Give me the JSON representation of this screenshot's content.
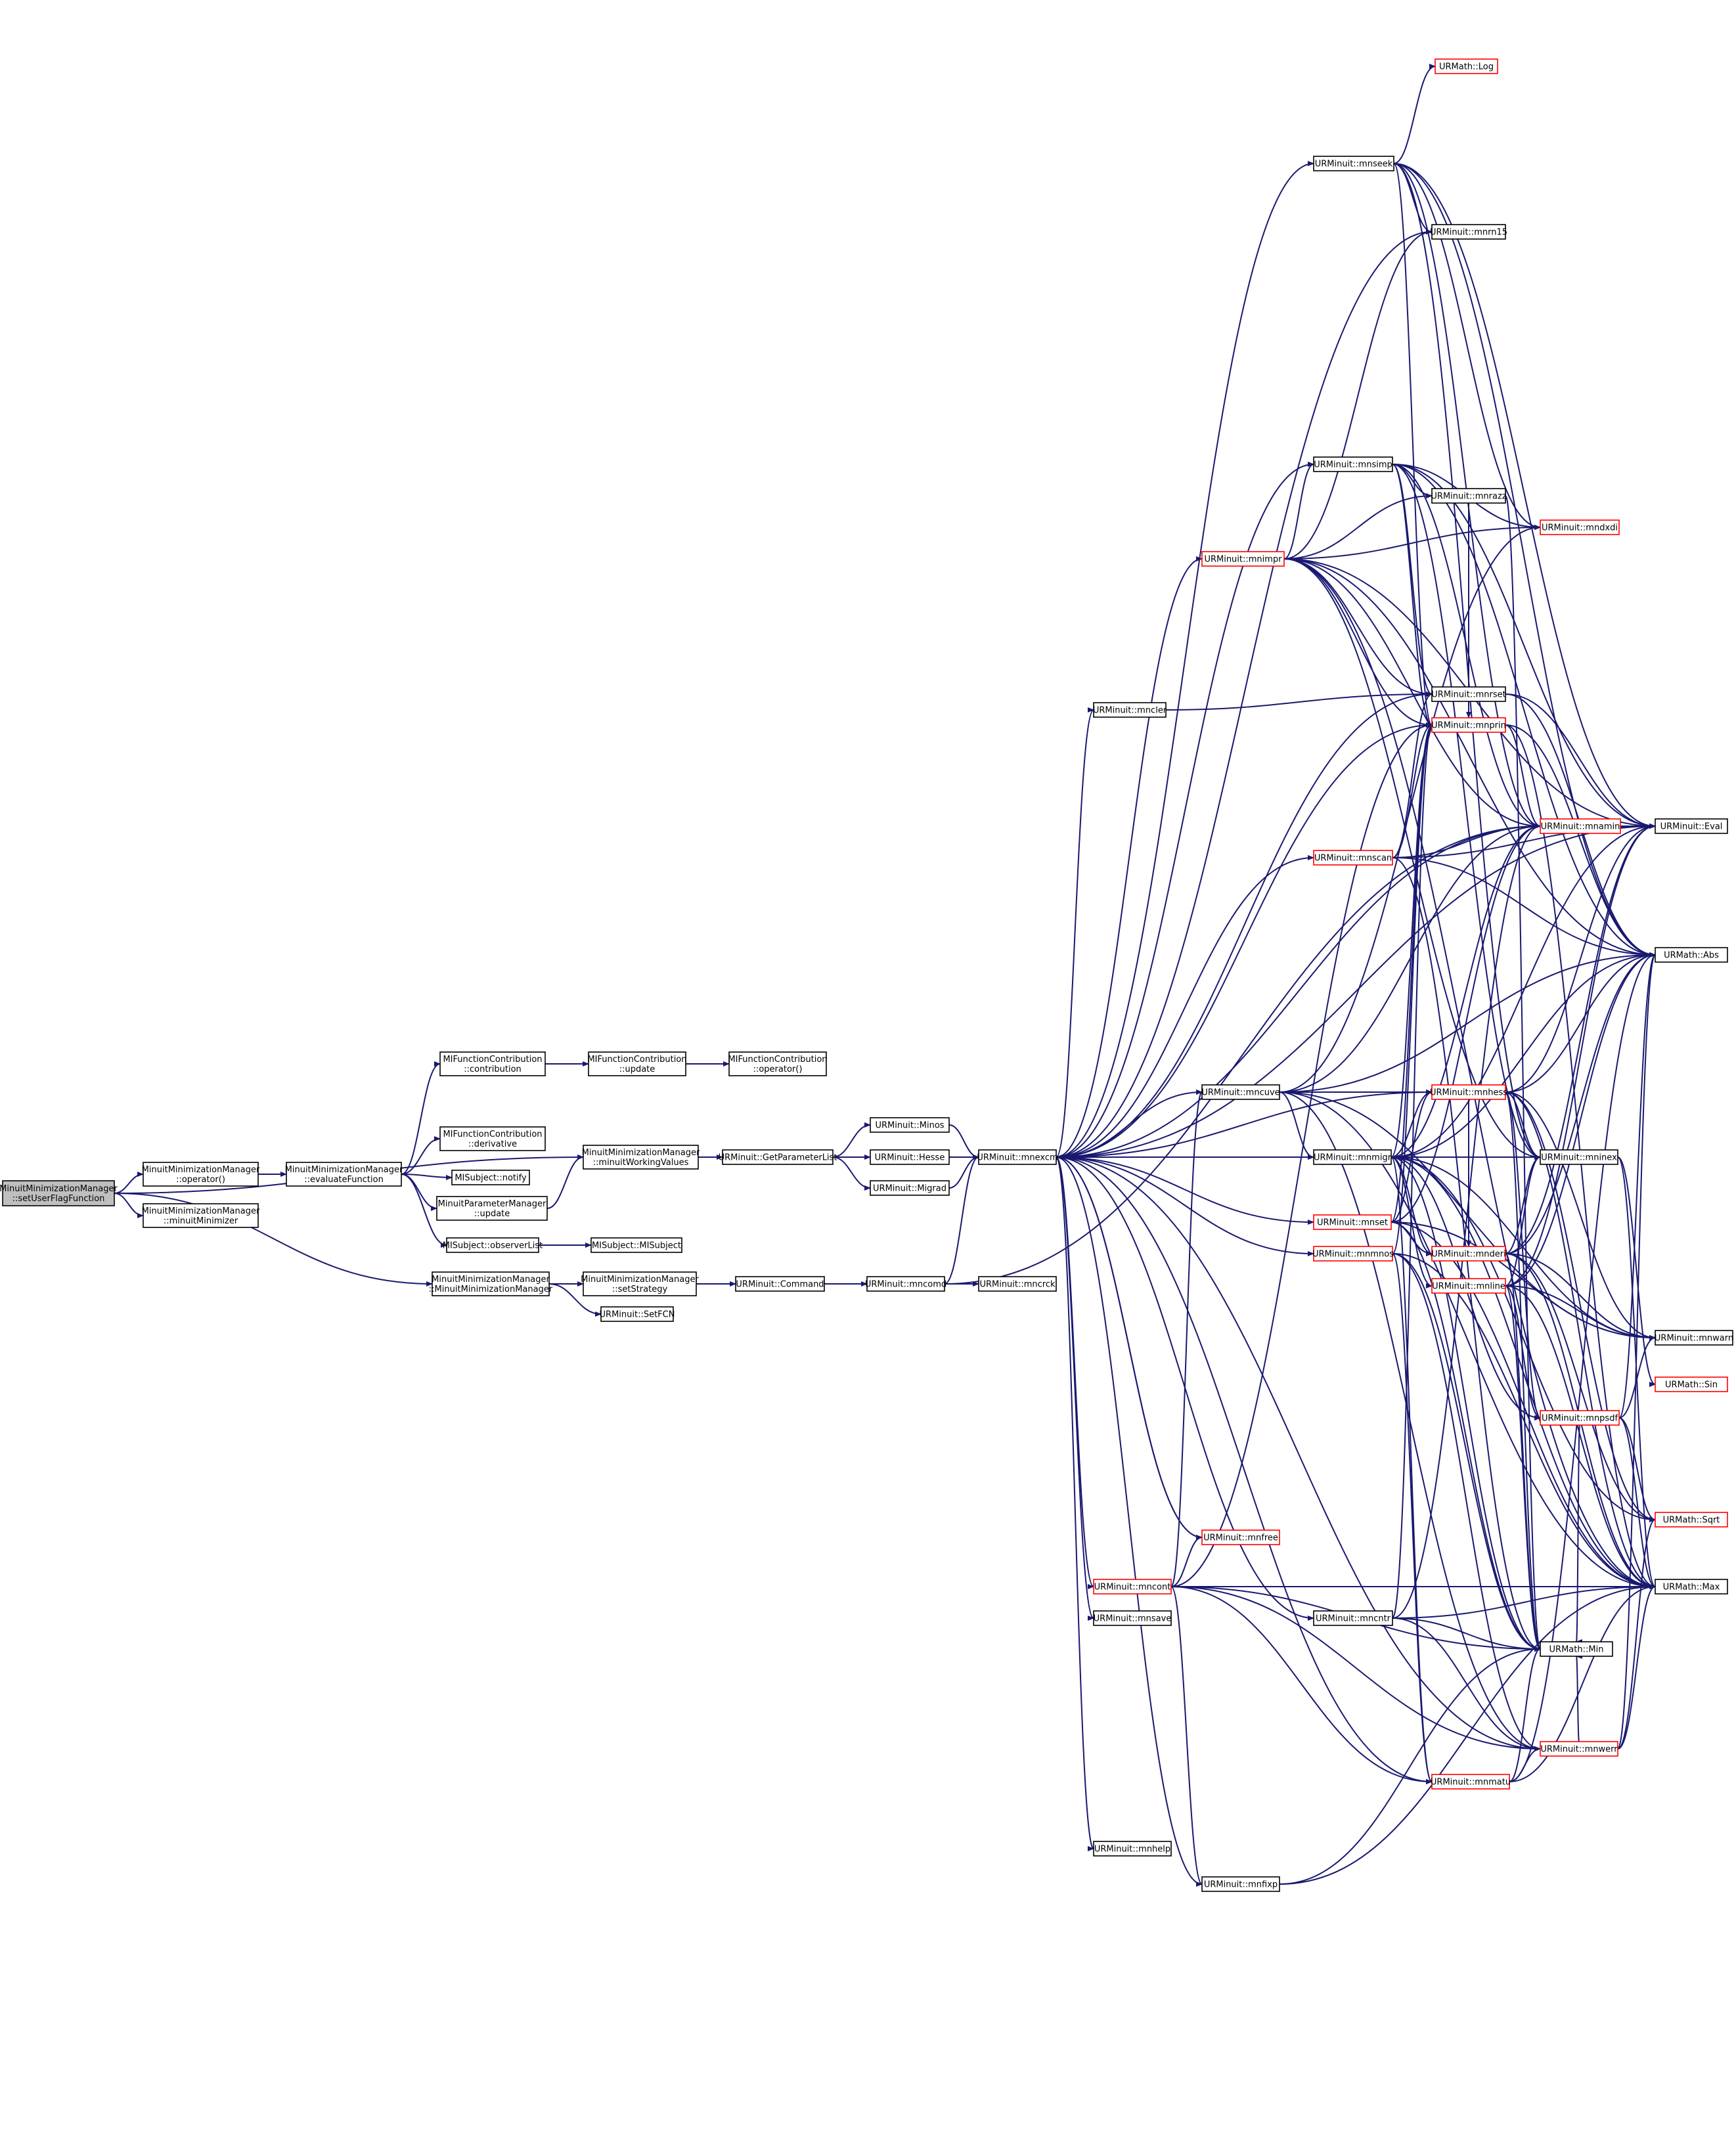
{
  "graph": {
    "nodes": [
      {
        "id": "root",
        "lines": [
          "MinuitMinimizationManager",
          "::setUserFlagFunction"
        ],
        "style": "root"
      },
      {
        "id": "op",
        "lines": [
          "MinuitMinimizationManager",
          "::operator()"
        ],
        "style": "normal"
      },
      {
        "id": "mmin",
        "lines": [
          "MinuitMinimizationManager",
          "::minuitMinimizer"
        ],
        "style": "normal"
      },
      {
        "id": "ctor",
        "lines": [
          "MinuitMinimizationManager",
          "::MinuitMinimizationManager"
        ],
        "style": "normal"
      },
      {
        "id": "evalf",
        "lines": [
          "MinuitMinimizationManager",
          "::evaluateFunction"
        ],
        "style": "normal"
      },
      {
        "id": "fc_contrib",
        "lines": [
          "MIFunctionContribution",
          "::contribution"
        ],
        "style": "normal"
      },
      {
        "id": "fc_deriv",
        "lines": [
          "MIFunctionContribution",
          "::derivative"
        ],
        "style": "normal"
      },
      {
        "id": "notify",
        "lines": [
          "MISubject::notify"
        ],
        "style": "normal"
      },
      {
        "id": "pm_update",
        "lines": [
          "MinuitParameterManager",
          "::update"
        ],
        "style": "normal"
      },
      {
        "id": "obslist",
        "lines": [
          "MISubject::observerList"
        ],
        "style": "normal"
      },
      {
        "id": "fc_update",
        "lines": [
          "MIFunctionContribution",
          "::update"
        ],
        "style": "normal"
      },
      {
        "id": "fc_op",
        "lines": [
          "MIFunctionContribution",
          "::operator()"
        ],
        "style": "normal"
      },
      {
        "id": "mwv",
        "lines": [
          "MinuitMinimizationManager",
          "::minuitWorkingValues"
        ],
        "style": "normal"
      },
      {
        "id": "misubj",
        "lines": [
          "MISubject::MISubject"
        ],
        "style": "normal"
      },
      {
        "id": "setstrat",
        "lines": [
          "MinuitMinimizationManager",
          "::setStrategy"
        ],
        "style": "normal"
      },
      {
        "id": "setfcn",
        "lines": [
          "URMinuit::SetFCN"
        ],
        "style": "normal"
      },
      {
        "id": "getparl",
        "lines": [
          "URMinuit::GetParameterList"
        ],
        "style": "normal"
      },
      {
        "id": "command",
        "lines": [
          "URMinuit::Command"
        ],
        "style": "normal"
      },
      {
        "id": "minos",
        "lines": [
          "URMinuit::Minos"
        ],
        "style": "normal"
      },
      {
        "id": "hesse",
        "lines": [
          "URMinuit::Hesse"
        ],
        "style": "normal"
      },
      {
        "id": "migrad",
        "lines": [
          "URMinuit::Migrad"
        ],
        "style": "normal"
      },
      {
        "id": "mncomd",
        "lines": [
          "URMinuit::mncomd"
        ],
        "style": "normal"
      },
      {
        "id": "mncrck",
        "lines": [
          "URMinuit::mncrck"
        ],
        "style": "normal"
      },
      {
        "id": "mnexcm",
        "lines": [
          "URMinuit::mnexcm"
        ],
        "style": "normal"
      },
      {
        "id": "mnseek",
        "lines": [
          "URMinuit::mnseek"
        ],
        "style": "normal"
      },
      {
        "id": "log",
        "lines": [
          "URMath::Log"
        ],
        "style": "trunc"
      },
      {
        "id": "mnrn15",
        "lines": [
          "URMinuit::mnrn15"
        ],
        "style": "normal"
      },
      {
        "id": "mnsimp",
        "lines": [
          "URMinuit::mnsimp"
        ],
        "style": "normal"
      },
      {
        "id": "mnrazz",
        "lines": [
          "URMinuit::mnrazz"
        ],
        "style": "normal"
      },
      {
        "id": "mndxdi",
        "lines": [
          "URMinuit::mndxdi"
        ],
        "style": "trunc"
      },
      {
        "id": "mnimpr",
        "lines": [
          "URMinuit::mnimpr"
        ],
        "style": "trunc"
      },
      {
        "id": "mncler",
        "lines": [
          "URMinuit::mncler"
        ],
        "style": "normal"
      },
      {
        "id": "mnrset",
        "lines": [
          "URMinuit::mnrset"
        ],
        "style": "normal"
      },
      {
        "id": "mnprin",
        "lines": [
          "URMinuit::mnprin"
        ],
        "style": "trunc"
      },
      {
        "id": "mnamin",
        "lines": [
          "URMinuit::mnamin"
        ],
        "style": "trunc"
      },
      {
        "id": "eval",
        "lines": [
          "URMinuit::Eval"
        ],
        "style": "normal"
      },
      {
        "id": "mnscan",
        "lines": [
          "URMinuit::mnscan"
        ],
        "style": "trunc"
      },
      {
        "id": "abs",
        "lines": [
          "URMath::Abs"
        ],
        "style": "normal"
      },
      {
        "id": "mncuve",
        "lines": [
          "URMinuit::mncuve"
        ],
        "style": "normal"
      },
      {
        "id": "mnhess",
        "lines": [
          "URMinuit::mnhess"
        ],
        "style": "trunc"
      },
      {
        "id": "mnmigr",
        "lines": [
          "URMinuit::mnmigr"
        ],
        "style": "normal"
      },
      {
        "id": "mninex",
        "lines": [
          "URMinuit::mninex"
        ],
        "style": "normal"
      },
      {
        "id": "mnset",
        "lines": [
          "URMinuit::mnset"
        ],
        "style": "trunc"
      },
      {
        "id": "mnderi",
        "lines": [
          "URMinuit::mnderi"
        ],
        "style": "trunc"
      },
      {
        "id": "mnmnos",
        "lines": [
          "URMinuit::mnmnos"
        ],
        "style": "trunc"
      },
      {
        "id": "mnline",
        "lines": [
          "URMinuit::mnline"
        ],
        "style": "trunc"
      },
      {
        "id": "mnwarn",
        "lines": [
          "URMinuit::mnwarn"
        ],
        "style": "normal"
      },
      {
        "id": "sin",
        "lines": [
          "URMath::Sin"
        ],
        "style": "trunc"
      },
      {
        "id": "mnpsdf",
        "lines": [
          "URMinuit::mnpsdf"
        ],
        "style": "trunc"
      },
      {
        "id": "sqrt",
        "lines": [
          "URMath::Sqrt"
        ],
        "style": "trunc"
      },
      {
        "id": "mnfree",
        "lines": [
          "URMinuit::mnfree"
        ],
        "style": "trunc"
      },
      {
        "id": "mncont",
        "lines": [
          "URMinuit::mncont"
        ],
        "style": "trunc"
      },
      {
        "id": "max",
        "lines": [
          "URMath::Max"
        ],
        "style": "normal"
      },
      {
        "id": "mnsave",
        "lines": [
          "URMinuit::mnsave"
        ],
        "style": "normal"
      },
      {
        "id": "mncntr",
        "lines": [
          "URMinuit::mncntr"
        ],
        "style": "normal"
      },
      {
        "id": "min",
        "lines": [
          "URMath::Min"
        ],
        "style": "normal"
      },
      {
        "id": "mnwerr",
        "lines": [
          "URMinuit::mnwerr"
        ],
        "style": "trunc"
      },
      {
        "id": "mnmatu",
        "lines": [
          "URMinuit::mnmatu"
        ],
        "style": "trunc"
      },
      {
        "id": "mnhelp",
        "lines": [
          "URMinuit::mnhelp"
        ],
        "style": "normal"
      },
      {
        "id": "mnfixp",
        "lines": [
          "URMinuit::mnfixp"
        ],
        "style": "normal"
      }
    ],
    "edges": [
      [
        "root",
        "op"
      ],
      [
        "root",
        "mmin"
      ],
      [
        "root",
        "ctor"
      ],
      [
        "root",
        "mwv"
      ],
      [
        "op",
        "evalf"
      ],
      [
        "evalf",
        "fc_contrib"
      ],
      [
        "evalf",
        "fc_deriv"
      ],
      [
        "evalf",
        "notify"
      ],
      [
        "evalf",
        "pm_update"
      ],
      [
        "evalf",
        "obslist"
      ],
      [
        "fc_contrib",
        "fc_update"
      ],
      [
        "fc_update",
        "fc_op"
      ],
      [
        "pm_update",
        "mwv"
      ],
      [
        "obslist",
        "misubj"
      ],
      [
        "mwv",
        "getparl"
      ],
      [
        "ctor",
        "setstrat"
      ],
      [
        "ctor",
        "setfcn"
      ],
      [
        "setstrat",
        "command"
      ],
      [
        "command",
        "mncomd"
      ],
      [
        "getparl",
        "minos"
      ],
      [
        "getparl",
        "hesse"
      ],
      [
        "getparl",
        "migrad"
      ],
      [
        "minos",
        "mnexcm"
      ],
      [
        "hesse",
        "mnexcm"
      ],
      [
        "migrad",
        "mnexcm"
      ],
      [
        "mncomd",
        "mncrck"
      ],
      [
        "mncomd",
        "mnexcm"
      ],
      [
        "mncomd",
        "mnamin"
      ],
      [
        "mnexcm",
        "mnseek"
      ],
      [
        "mnexcm",
        "mnrn15"
      ],
      [
        "mnexcm",
        "mnimpr"
      ],
      [
        "mnexcm",
        "mncler"
      ],
      [
        "mnexcm",
        "mnrset"
      ],
      [
        "mnexcm",
        "mnprin"
      ],
      [
        "mnexcm",
        "mnamin"
      ],
      [
        "mnexcm",
        "eval"
      ],
      [
        "mnexcm",
        "mnscan"
      ],
      [
        "mnexcm",
        "mncuve"
      ],
      [
        "mnexcm",
        "mnhess"
      ],
      [
        "mnexcm",
        "mnmigr"
      ],
      [
        "mnexcm",
        "mninex"
      ],
      [
        "mnexcm",
        "mnset"
      ],
      [
        "mnexcm",
        "mnmnos"
      ],
      [
        "mnexcm",
        "mnfree"
      ],
      [
        "mnexcm",
        "mncont"
      ],
      [
        "mnexcm",
        "mnsave"
      ],
      [
        "mnexcm",
        "mncntr"
      ],
      [
        "mnexcm",
        "mnmatu"
      ],
      [
        "mnexcm",
        "mnwerr"
      ],
      [
        "mnexcm",
        "mnhelp"
      ],
      [
        "mnexcm",
        "mnfixp"
      ],
      [
        "mnexcm",
        "mnsimp"
      ],
      [
        "mnseek",
        "log"
      ],
      [
        "mnseek",
        "mnrn15"
      ],
      [
        "mnseek",
        "eval"
      ],
      [
        "mnseek",
        "mninex"
      ],
      [
        "mnseek",
        "mnamin"
      ],
      [
        "mnseek",
        "mndxdi"
      ],
      [
        "mnseek",
        "mnprin"
      ],
      [
        "mnseek",
        "abs"
      ],
      [
        "mnsimp",
        "mnrazz"
      ],
      [
        "mnsimp",
        "eval"
      ],
      [
        "mnsimp",
        "mndxdi"
      ],
      [
        "mnsimp",
        "mnrset"
      ],
      [
        "mnsimp",
        "mnprin"
      ],
      [
        "mnsimp",
        "mninex"
      ],
      [
        "mnsimp",
        "abs"
      ],
      [
        "mnsimp",
        "mnamin"
      ],
      [
        "mnrazz",
        "mnprin"
      ],
      [
        "mnrazz",
        "min"
      ],
      [
        "mnimpr",
        "mnsimp"
      ],
      [
        "mnimpr",
        "mnrazz"
      ],
      [
        "mnimpr",
        "mnrn15"
      ],
      [
        "mnimpr",
        "eval"
      ],
      [
        "mnimpr",
        "mnrset"
      ],
      [
        "mnimpr",
        "mnprin"
      ],
      [
        "mnimpr",
        "mninex"
      ],
      [
        "mnimpr",
        "mnamin"
      ],
      [
        "mnimpr",
        "abs"
      ],
      [
        "mnimpr",
        "max"
      ],
      [
        "mnimpr",
        "mndxdi"
      ],
      [
        "mncler",
        "mnrset"
      ],
      [
        "mnrset",
        "abs"
      ],
      [
        "mnrset",
        "eval"
      ],
      [
        "mnprin",
        "mnamin"
      ],
      [
        "mnprin",
        "abs"
      ],
      [
        "mnprin",
        "max"
      ],
      [
        "mnamin",
        "eval"
      ],
      [
        "mnscan",
        "mnprin"
      ],
      [
        "mnscan",
        "eval"
      ],
      [
        "mnscan",
        "mnamin"
      ],
      [
        "mnscan",
        "min"
      ],
      [
        "mnscan",
        "mnrset"
      ],
      [
        "mnscan",
        "abs"
      ],
      [
        "mncuve",
        "mnhess"
      ],
      [
        "mncuve",
        "mnmigr"
      ],
      [
        "mncuve",
        "mnwerr"
      ],
      [
        "mncuve",
        "mnamin"
      ],
      [
        "mncuve",
        "abs"
      ],
      [
        "mncuve",
        "mnwarn"
      ],
      [
        "mncuve",
        "mndxdi"
      ],
      [
        "mncuve",
        "max"
      ],
      [
        "mnhess",
        "mninex"
      ],
      [
        "mnhess",
        "eval"
      ],
      [
        "mnhess",
        "abs"
      ],
      [
        "mnhess",
        "mnwarn"
      ],
      [
        "mnhess",
        "mnpsdf"
      ],
      [
        "mnhess",
        "sqrt"
      ],
      [
        "mnhess",
        "max"
      ],
      [
        "mnhess",
        "min"
      ],
      [
        "mnhess",
        "mnderi"
      ],
      [
        "mnmigr",
        "mnhess"
      ],
      [
        "mnmigr",
        "mninex"
      ],
      [
        "mnmigr",
        "eval"
      ],
      [
        "mnmigr",
        "mnderi"
      ],
      [
        "mnmigr",
        "mnline"
      ],
      [
        "mnmigr",
        "mnpsdf"
      ],
      [
        "mnmigr",
        "mnwarn"
      ],
      [
        "mnmigr",
        "mnmatu"
      ],
      [
        "mnmigr",
        "mnprin"
      ],
      [
        "mnmigr",
        "abs"
      ],
      [
        "mnmigr",
        "max"
      ],
      [
        "mnmigr",
        "min"
      ],
      [
        "mnmigr",
        "sqrt"
      ],
      [
        "mnmigr",
        "mnamin"
      ],
      [
        "mnset",
        "mnwarn"
      ],
      [
        "mnset",
        "mnderi"
      ],
      [
        "mnset",
        "mnhess"
      ],
      [
        "mnset",
        "mnprin"
      ],
      [
        "mnset",
        "mnamin"
      ],
      [
        "mnset",
        "min"
      ],
      [
        "mnset",
        "max"
      ],
      [
        "mnmnos",
        "mnprin"
      ],
      [
        "mnmnos",
        "mnwerr"
      ],
      [
        "mnmnos",
        "mnmatu"
      ],
      [
        "mnmnos",
        "max"
      ],
      [
        "mnmnos",
        "min"
      ],
      [
        "mnderi",
        "mninex"
      ],
      [
        "mnderi",
        "eval"
      ],
      [
        "mnderi",
        "abs"
      ],
      [
        "mnderi",
        "mnwarn"
      ],
      [
        "mnderi",
        "max"
      ],
      [
        "mnderi",
        "min"
      ],
      [
        "mnderi",
        "sqrt"
      ],
      [
        "mnline",
        "mninex"
      ],
      [
        "mnline",
        "eval"
      ],
      [
        "mnline",
        "mnwarn"
      ],
      [
        "mnline",
        "abs"
      ],
      [
        "mnline",
        "max"
      ],
      [
        "mnline",
        "min"
      ],
      [
        "mnline",
        "mnpsdf"
      ],
      [
        "mninex",
        "sin"
      ],
      [
        "mninex",
        "max"
      ],
      [
        "mnpsdf",
        "sqrt"
      ],
      [
        "mnpsdf",
        "max"
      ],
      [
        "mnpsdf",
        "abs"
      ],
      [
        "mnpsdf",
        "min"
      ],
      [
        "mnpsdf",
        "mnwarn"
      ],
      [
        "mnfree",
        "mnexcm"
      ],
      [
        "mncont",
        "mnfree"
      ],
      [
        "mncont",
        "mncuve"
      ],
      [
        "mncont",
        "mnfixp"
      ],
      [
        "mncont",
        "mnwerr"
      ],
      [
        "mncont",
        "mnmatu"
      ],
      [
        "mncont",
        "min"
      ],
      [
        "mncont",
        "max"
      ],
      [
        "mncont",
        "mnprin"
      ],
      [
        "mncntr",
        "mnprin"
      ],
      [
        "mncntr",
        "min"
      ],
      [
        "mncntr",
        "max"
      ],
      [
        "mncntr",
        "mnamin"
      ],
      [
        "mncntr",
        "mnwerr"
      ],
      [
        "mnwerr",
        "sqrt"
      ],
      [
        "mnwerr",
        "max"
      ],
      [
        "mnwerr",
        "min"
      ],
      [
        "mnwerr",
        "abs"
      ],
      [
        "mnmatu",
        "min"
      ],
      [
        "mnmatu",
        "max"
      ],
      [
        "mnmatu",
        "mnwerr"
      ],
      [
        "mnmatu",
        "abs"
      ],
      [
        "mnfixp",
        "min"
      ],
      [
        "mnfixp",
        "max"
      ]
    ]
  }
}
